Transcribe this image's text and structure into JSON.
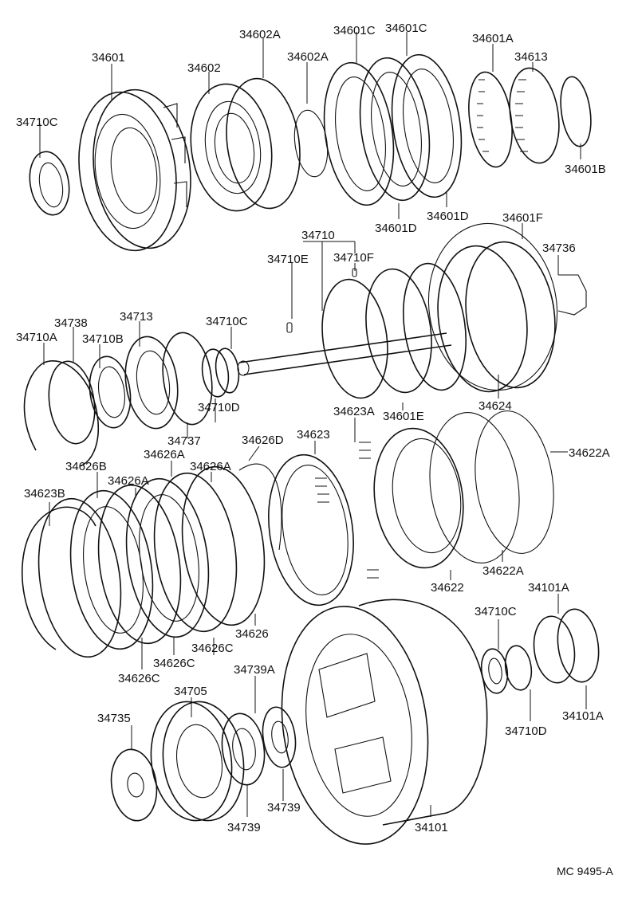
{
  "labels": [
    "34601",
    "34602",
    "34602A",
    "34602A",
    "34601C",
    "34601C",
    "34601A",
    "34613",
    "34710C",
    "34601B",
    "34601D",
    "34601D",
    "34710",
    "34710E",
    "34710F",
    "34601F",
    "34736",
    "34738",
    "34713",
    "34710C",
    "34710A",
    "34710B",
    "34710D",
    "34737",
    "34623A",
    "34601E",
    "34624",
    "34626D",
    "34623",
    "34626B",
    "34626A",
    "34626A",
    "34626A",
    "34623B",
    "34622A",
    "34622A",
    "34622",
    "34101A",
    "34710C",
    "34626",
    "34626C",
    "34626C",
    "34626C",
    "34739A",
    "34705",
    "34735",
    "34101A",
    "34710D",
    "34739",
    "34739",
    "34101"
  ],
  "diagram_code": "MC  9495-A"
}
